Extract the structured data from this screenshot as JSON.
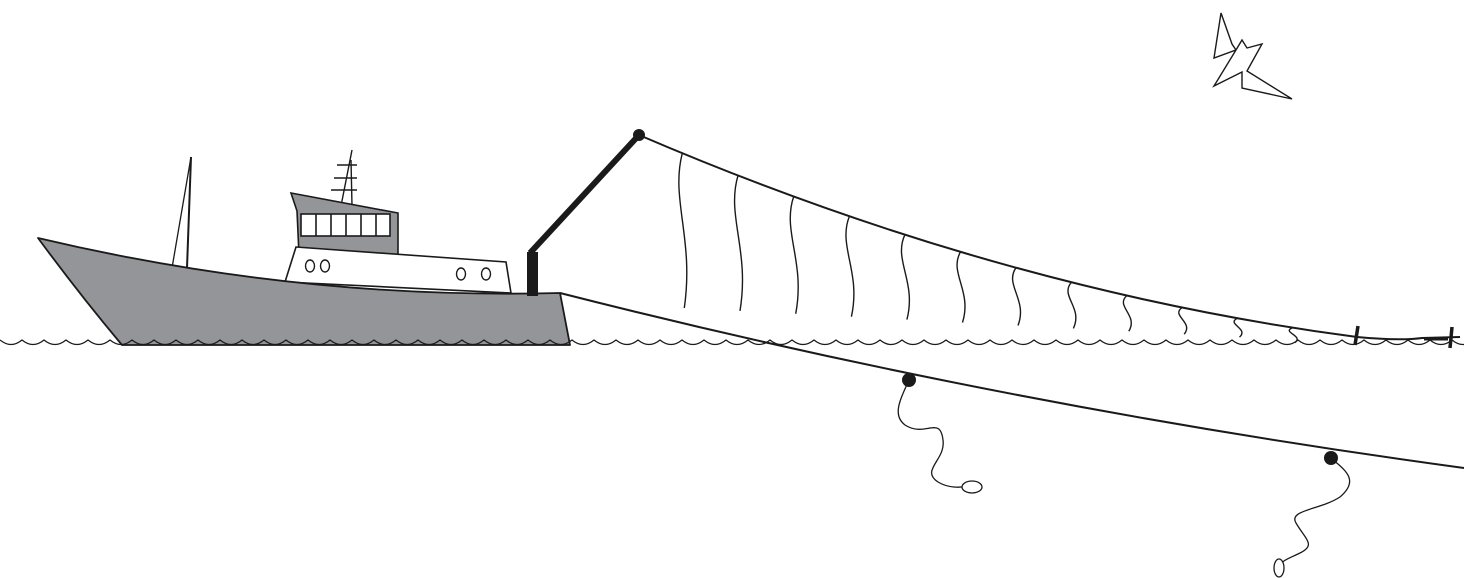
{
  "colors": {
    "background": "#ffffff",
    "line": "#1a1a1a",
    "hull": "#939598",
    "cabin": "#ffffff"
  },
  "elements": {
    "vessel": "fishing-vessel",
    "streamer_pole": "tori-pole",
    "streamer_line": "bird-scaring-line",
    "streamers": "streamer-ropes",
    "mainline": "longline-mainline",
    "branchlines": "branch-lines-with-baited-hooks",
    "seabird": "seabird-icon",
    "sea": "sea-surface-waves"
  },
  "counts": {
    "streamers": 12,
    "branchlines": 2
  }
}
